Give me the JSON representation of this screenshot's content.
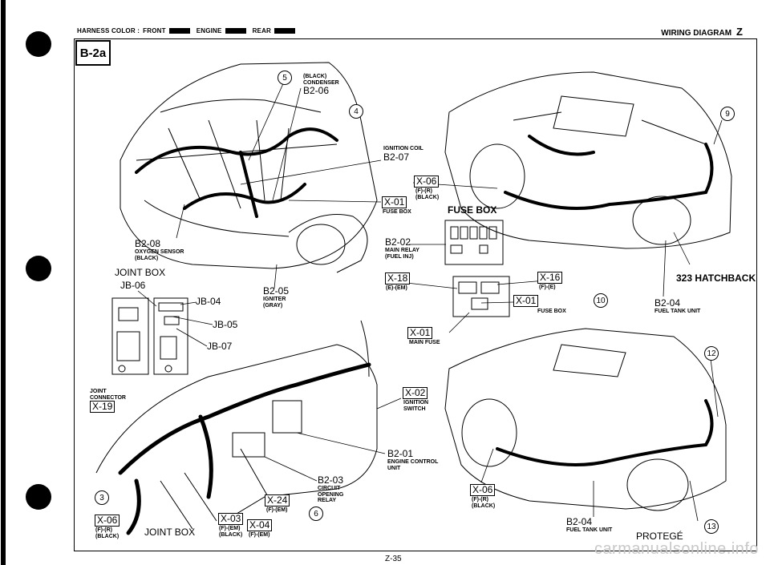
{
  "header": {
    "harness_color": "HARNESS COLOR :",
    "front": "FRONT",
    "engine": "ENGINE",
    "rear": "REAR",
    "title": "WIRING DIAGRAM",
    "section_letter": "Z"
  },
  "section": "B-2a",
  "labels": {
    "n5": "5",
    "n4": "4",
    "n9": "9",
    "n10": "10",
    "n12": "12",
    "n13": "13",
    "n3": "3",
    "n6": "6",
    "black_condenser": "(BLACK)\nCONDENSER",
    "b206": "B2-06",
    "ignition_coil": "IGNITION COIL",
    "b207": "B2-07",
    "x06_top": "X-06",
    "x06_top_sub": "(F)-(R)\n(BLACK)",
    "fuse_box_title": "FUSE BOX",
    "x01_top": "X-01",
    "x01_top_sub": "FUSE BOX",
    "b208": "B2-08",
    "b208_sub": "OXYGEN SENSOR\n(BLACK)",
    "b202": "B2-02",
    "b202_sub": "MAIN RELAY\n(FUEL INJ)",
    "joint_box_title": "JOINT BOX",
    "jb06": "JB-06",
    "jb04": "JB-04",
    "jb05": "JB-05",
    "jb07": "JB-07",
    "b205": "B2-05",
    "b205_sub": "IGNITER\n(GRAY)",
    "x18": "X-18",
    "x18_sub": "(E)-(EM)",
    "x16": "X-16",
    "x16_sub": "(F)-(E)",
    "x01_mid": "X-01",
    "x01_mid_sub": "FUSE BOX",
    "x01_main": "X-01",
    "x01_main_sub": "MAIN FUSE",
    "hatchback": "323 HATCHBACK",
    "b204_top": "B2-04",
    "b204_top_sub": "FUEL TANK UNIT",
    "joint_connector": "JOINT\nCONNECTOR",
    "x19": "X-19",
    "x02": "X-02",
    "x02_sub": "IGNITION\nSWITCH",
    "b201": "B2-01",
    "b201_sub": "ENGINE CONTROL\nUNIT",
    "b203": "B2-03",
    "b203_sub": "CIRCUIT\nOPENING\nRELAY",
    "x06_left": "X-06",
    "x06_left_sub": "(F)-(R)\n(BLACK)",
    "joint_box_bottom": "JOINT BOX",
    "x24": "X-24",
    "x24_sub": "(F)-(EM)",
    "x03": "X-03",
    "x03_sub": "(F)-(EM)\n(BLACK)",
    "x04": "X-04",
    "x04_sub": "(F)-(EM)",
    "x06_right": "X-06",
    "x06_right_sub": "(F)-(R)\n(BLACK)",
    "b204_bot": "B2-04",
    "b204_bot_sub": "FUEL TANK UNIT",
    "protege": "PROTEGÉ",
    "page_number": "Z-35",
    "watermark": "carmanualsonline.info"
  }
}
